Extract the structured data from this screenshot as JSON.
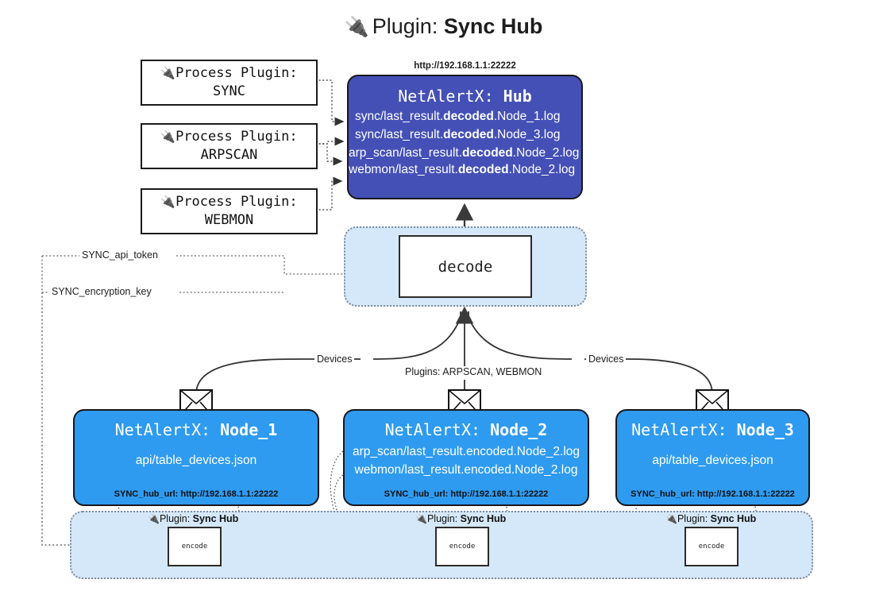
{
  "title": {
    "icon": "electric-plug-icon",
    "prefix": "Plugin: ",
    "name": "Sync Hub",
    "glyph": "🔌"
  },
  "process_plugins": [
    {
      "line1": "Process Plugin:",
      "line2": "SYNC"
    },
    {
      "line1": "Process Plugin:",
      "line2": "ARPSCAN"
    },
    {
      "line1": "Process Plugin:",
      "line2": "WEBMON"
    }
  ],
  "hub": {
    "url": "http://192.168.1.1:22222",
    "title_prefix": "NetAlertX: ",
    "title_name": "Hub",
    "files": [
      {
        "pre": "sync/last_result.",
        "mid": "decoded",
        "post": ".Node_1.log"
      },
      {
        "pre": "sync/last_result.",
        "mid": "decoded",
        "post": ".Node_3.log"
      },
      {
        "pre": "arp_scan/last_result.",
        "mid": "decoded",
        "post": ".Node_2.log"
      },
      {
        "pre": "webmon/last_result.",
        "mid": "decoded",
        "post": ".Node_2.log"
      }
    ]
  },
  "decode": {
    "label": "decode"
  },
  "settings": {
    "api_token": "SYNC_api_token",
    "encryption_key": "SYNC_encryption_key"
  },
  "edge_labels": {
    "devices_left": "Devices",
    "devices_right": "Devices",
    "plugins_center": "Plugins: ARPSCAN, WEBMON"
  },
  "nodes": [
    {
      "title_prefix": "NetAlertX: ",
      "title_name": "Node_1",
      "files": [
        "api/table_devices.json"
      ],
      "hub_url_label": "SYNC_hub_url: http://192.168.1.1:22222",
      "envelope_icon": "envelope-icon"
    },
    {
      "title_prefix": "NetAlertX: ",
      "title_name": "Node_2",
      "files": [
        "arp_scan/last_result.encoded.Node_2.log",
        "webmon/last_result.encoded.Node_2.log"
      ],
      "hub_url_label": "SYNC_hub_url: http://192.168.1.1:22222",
      "envelope_icon": "envelope-icon"
    },
    {
      "title_prefix": "NetAlertX: ",
      "title_name": "Node_3",
      "files": [
        "api/table_devices.json"
      ],
      "hub_url_label": "SYNC_hub_url: http://192.168.1.1:22222",
      "envelope_icon": "envelope-icon"
    }
  ],
  "encoders": [
    {
      "plugin_label_prefix": "Plugin: ",
      "plugin_label_name": "Sync Hub",
      "box_label": "encode"
    },
    {
      "plugin_label_prefix": "Plugin: ",
      "plugin_label_name": "Sync Hub",
      "box_label": "encode"
    },
    {
      "plugin_label_prefix": "Plugin: ",
      "plugin_label_name": "Sync Hub",
      "box_label": "encode"
    }
  ],
  "colors": {
    "hub_fill": "#4450b6",
    "node_fill": "#2e9bf0",
    "container_fill": "#d5e8f9",
    "stroke": "#17171c",
    "page_bg": "#ffffff"
  }
}
